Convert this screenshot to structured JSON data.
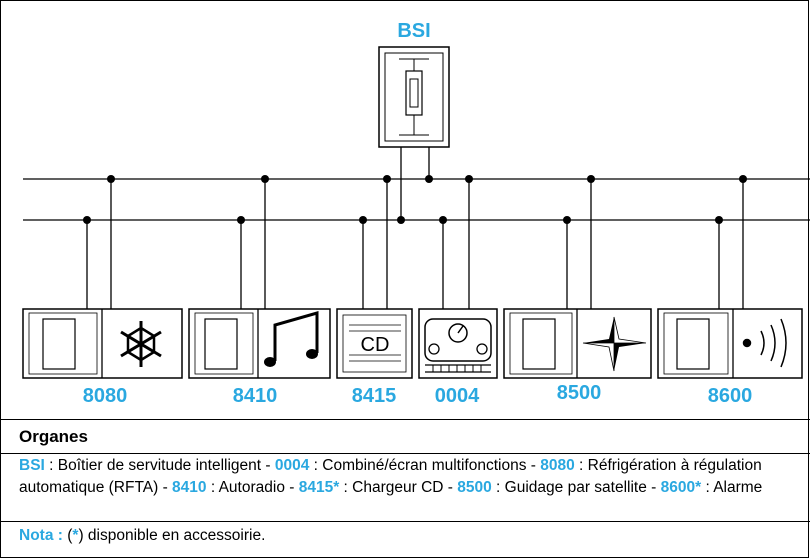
{
  "diagram": {
    "bsi_label": "BSI",
    "modules": [
      {
        "code": "8080",
        "icon": "snowflake-icon"
      },
      {
        "code": "8410",
        "icon": "music-note-icon"
      },
      {
        "code": "8415",
        "icon": "cd-icon"
      },
      {
        "code": "0004",
        "icon": "gauge-icon"
      },
      {
        "code": "8500",
        "icon": "compass-star-icon"
      },
      {
        "code": "8600",
        "icon": "alarm-wave-icon"
      }
    ],
    "cd_text": "CD",
    "colors": {
      "accent": "#2aa8e0",
      "line": "#000000"
    }
  },
  "legend": {
    "title": "Organes",
    "entries": [
      {
        "code": "BSI",
        "text": " : Boîtier de servitude intelligent - "
      },
      {
        "code": "0004",
        "text": " : Combiné/écran multifonctions - "
      },
      {
        "code": "8080",
        "text": " : Réfrigération à régulation automatique (RFTA) - "
      },
      {
        "code": "8410",
        "text": " : Autoradio - "
      },
      {
        "code": "8415*",
        "text": " : Chargeur CD - "
      },
      {
        "code": "8500",
        "text": " : Guidage par satellite - "
      },
      {
        "code": "8600*",
        "text": " : Alarme"
      }
    ],
    "nota_label": "Nota :",
    "nota_open": " (",
    "nota_star": "*",
    "nota_text": ") disponible en accessoirie."
  }
}
